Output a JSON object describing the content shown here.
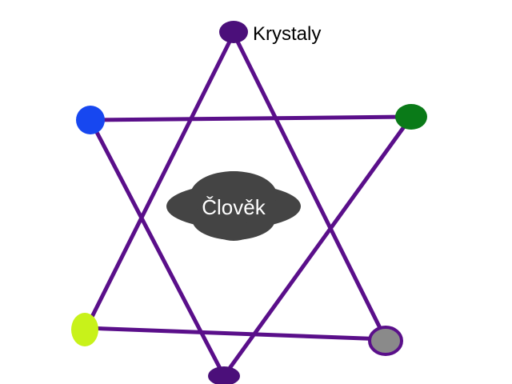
{
  "labels": {
    "top": "Krystaly",
    "center": "Člověk"
  },
  "colors": {
    "lines": "#5a0f8a",
    "top_node": "#4b0f7a",
    "left_node": "#1747f0",
    "right_node": "#0a7a18",
    "bottom_left_node": "#c8f21a",
    "bottom_right_node_fill": "#8a8a8a",
    "bottom_right_node_ring": "#5a0f8a",
    "bottom_node": "#4b0f7a",
    "center_cloud": "#444444",
    "center_text": "#ffffff"
  },
  "icons": {
    "center_shape": "cloud-shape"
  }
}
